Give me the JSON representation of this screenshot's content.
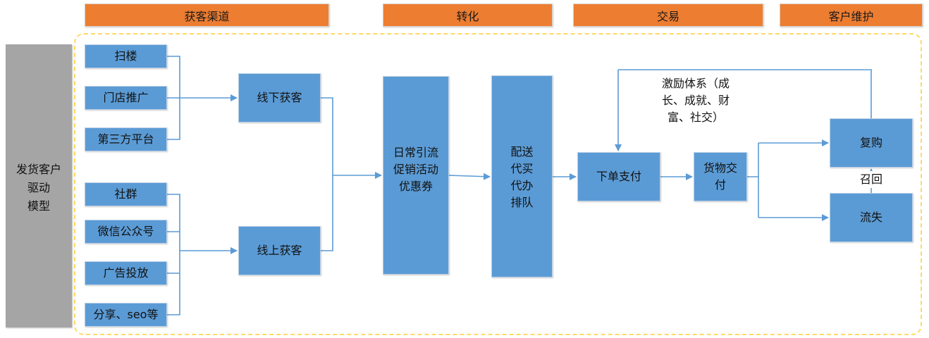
{
  "stages": [
    {
      "label": "获客渠道"
    },
    {
      "label": "转化"
    },
    {
      "label": "交易"
    },
    {
      "label": "客户维护"
    }
  ],
  "model": {
    "label": "发货客户\n驱动\n模型"
  },
  "offline_channels": [
    "扫楼",
    "门店推广",
    "第三方平台"
  ],
  "online_channels": [
    "社群",
    "微信公众号",
    "广告投放",
    "分享、seo等"
  ],
  "acquisition": {
    "offline": "线下获客",
    "online": "线上获客"
  },
  "conversion": {
    "traffic": "日常引流\n促销活动\n优惠券",
    "service": "配送\n代买\n代办\n排队"
  },
  "transaction": {
    "order": "下单支付",
    "delivery": "货物交\n付"
  },
  "retention": {
    "repurchase": "复购",
    "churn": "流失",
    "recall": "召回",
    "incentive": "激励体系（成\n长、成就、财\n富、社交）"
  },
  "colors": {
    "header": "#ed7d31",
    "node": "#5b9bd5",
    "model": "#a5a5a5",
    "wire": "#5b9bd5",
    "frame": "#ffd966"
  }
}
